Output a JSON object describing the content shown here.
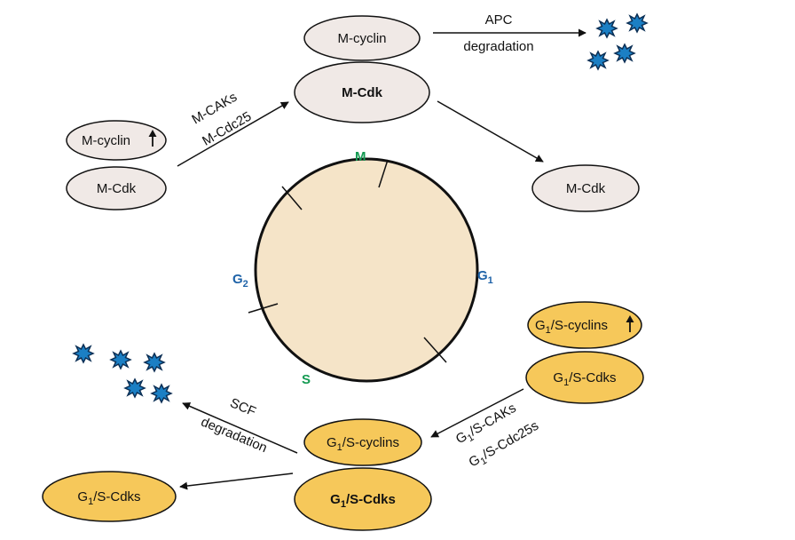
{
  "colors": {
    "grey_fill": "#f0e9e6",
    "yellow_fill": "#f6c85a",
    "cycle_fill": "#f5e4c8",
    "phase_blue": "#1f63a8",
    "phase_green": "#149a52",
    "degraded_blue": "#1b7fc4",
    "stroke": "#111111"
  },
  "cycle": {
    "phase_m": "M",
    "phase_g1": "G",
    "phase_g1_sub": "1",
    "phase_g2": "G",
    "phase_g2_sub": "2",
    "phase_s": "S"
  },
  "mitotic": {
    "cyclin_start": "M-cyclin",
    "cdk_start": "M-Cdk",
    "activators_1": "M-CAKs",
    "activators_2": "M-Cdc25",
    "cyclin_active": "M-cyclin",
    "cdk_active": "M-Cdk",
    "apc_label": "APC",
    "apc_degradation": "degradation",
    "cdk_released": "M-Cdk"
  },
  "g1s": {
    "cyclins_pre": "G",
    "cyclins_sub": "1",
    "cyclins_post": "/S-cyclins",
    "cdks_pre": "G",
    "cdks_sub": "1",
    "cdks_post": "/S-Cdks",
    "act1_pre": "G",
    "act1_sub": "1",
    "act1_post": "/S-CAKs",
    "act2_pre": "G",
    "act2_sub": "1",
    "act2_post": "/S-Cdc25s",
    "scf_label": "SCF",
    "scf_degradation": "degradation"
  },
  "icons": {
    "up_arrow": "up-arrow-icon",
    "degraded_protein": "degraded-protein-icon"
  }
}
